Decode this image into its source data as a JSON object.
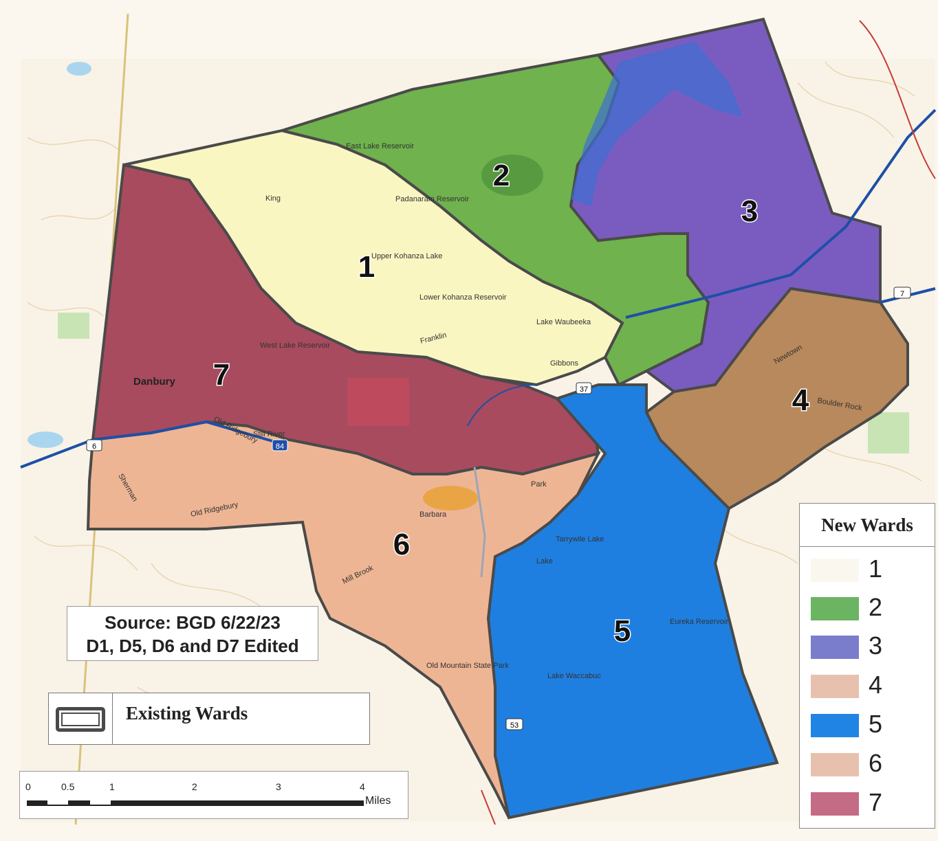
{
  "map": {
    "ward_labels": [
      "1",
      "2",
      "3",
      "4",
      "5",
      "6",
      "7"
    ],
    "place_names": {
      "danbury": "Danbury",
      "east_lake_reservoir": "East Lake Reservoir",
      "padanaram_reservoir": "Padanaram Reservoir",
      "upper_kohanza_lake": "Upper Kohanza Lake",
      "lower_kohanza_reservoir": "Lower Kohanza Reservoir",
      "lake_waubeeka": "Lake Waubeeka",
      "west_lake_reservoir": "West Lake Reservoir",
      "king": "King",
      "franklin": "Franklin",
      "gibbons": "Gibbons",
      "old_ridgebury": "Old Ridgebury",
      "old_ridgebury_2": "Old Ridgebury",
      "sherman": "Sherman",
      "newtown": "Newtown",
      "boulder_rock": "Boulder Rock",
      "park": "Park",
      "barbara": "Barbara",
      "mill_brook": "Mill Brook",
      "tarrywile_lake": "Tarrywile Lake",
      "lake_kenosia_south": "Lake",
      "eureka_reservoir": "Eureka Reservoir",
      "lake_waccabuc": "Lake Waccabuc",
      "old_mountain_state_park": "Old Mountain State Park",
      "still_river": "Still River",
      "route_37": "37",
      "route_84": "84",
      "route_7": "7",
      "route_6": "6",
      "route_53": "53"
    },
    "colors": {
      "ward1": "#faf6c2",
      "ward2": "#6fb24e",
      "ward3": "#7a5cc0",
      "ward4": "#b8895c",
      "ward5": "#1f7fe0",
      "ward6": "#eeb594",
      "ward7": "#a84b5e",
      "boundary": "#4a4a4a",
      "highway": "#1e4fa8",
      "background": "#fbf8f0"
    }
  },
  "source_box": {
    "line1": "Source: BGD 6/22/23",
    "line2": "D1, D5, D6 and D7 Edited"
  },
  "existing_wards_label": "Existing Wards",
  "legend": {
    "title": "New Wards",
    "items": [
      {
        "label": "1",
        "color": "#faf8ee"
      },
      {
        "label": "2",
        "color": "#6bb462"
      },
      {
        "label": "3",
        "color": "#7a7ccc"
      },
      {
        "label": "4",
        "color": "#e7c1ad"
      },
      {
        "label": "5",
        "color": "#1f84e4"
      },
      {
        "label": "6",
        "color": "#e7c1ad"
      },
      {
        "label": "7",
        "color": "#c46b86"
      }
    ]
  },
  "scale": {
    "ticks": [
      "0",
      "0.5",
      "1",
      "2",
      "3",
      "4"
    ],
    "units": "Miles"
  }
}
